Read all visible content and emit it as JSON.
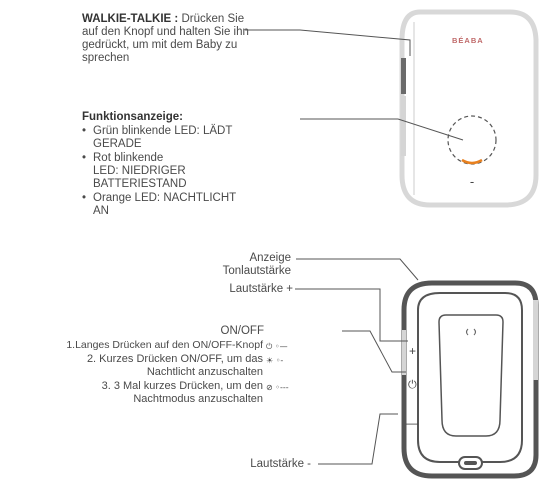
{
  "walkie": {
    "title": "WALKIE-TALKIE :",
    "line1_rest": "Drücken Sie",
    "line2": "auf den Knopf und halten Sie ihn",
    "line3": "gedrückt, um mit dem Baby zu",
    "line4": "sprechen"
  },
  "funktion": {
    "title": "Funktionsanzeige:",
    "items": [
      {
        "lines": [
          "Grün blinkende LED: LÄDT",
          "GERADE"
        ]
      },
      {
        "lines": [
          "Rot blinkende",
          "LED: NIEDRIGER",
          "BATTERIESTAND"
        ]
      },
      {
        "lines": [
          "Orange LED: NACHTLICHT",
          "AN"
        ]
      }
    ]
  },
  "device": {
    "brand": "BÉABA",
    "minus_symbol": "-",
    "plus_button": "+",
    "minus_button": "—",
    "power_symbol": "⏻"
  },
  "labels": {
    "anzeige_line1": "Anzeige",
    "anzeige_line2": "Tonlautstärke",
    "lautstaerke_plus": "Lautstärke +",
    "onoff": "ON/OFF",
    "step1": "1.Langes Drücken auf den ON/OFF-Knopf",
    "step2_line1": "2. Kurzes Drücken ON/OFF, um das",
    "step2_line2": "Nachtlicht anzuschalten",
    "step3_line1": "3. 3 Mal kurzes Drücken, um den",
    "step3_line2": "Nachtmodus anzuschalten",
    "lautstaerke_minus": "Lautstärke -"
  },
  "colors": {
    "outline": "#555555",
    "light_outline": "#d8d8d8",
    "led_orange": "#e8801e"
  }
}
